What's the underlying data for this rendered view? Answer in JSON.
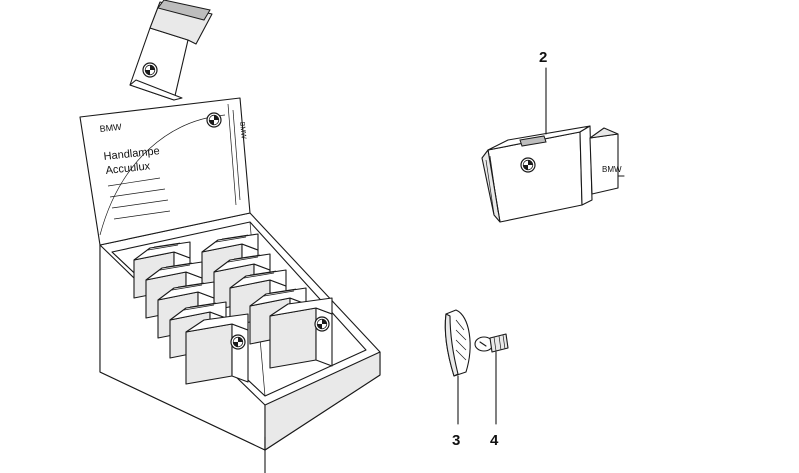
{
  "brand": {
    "name": "BMW",
    "product_line1": "Handlampe",
    "product_line2": "Accuulux",
    "side_text": "BMW"
  },
  "callouts": [
    {
      "number": "2"
    },
    {
      "number": "3"
    },
    {
      "number": "4"
    }
  ],
  "colors": {
    "line": "#1a1a1a",
    "shade": "#e9e9e9",
    "dark": "#bdbdbd",
    "background": "#ffffff"
  },
  "icons": [
    "bmw-roundel-icon"
  ]
}
